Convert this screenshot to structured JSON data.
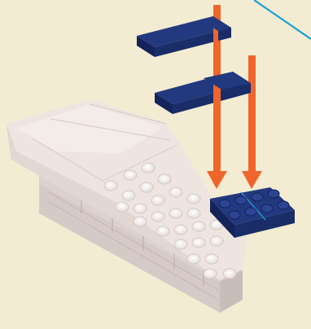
{
  "instruction_step": {
    "background_color": "#f3ecd2",
    "callout_line_color": "#1a9fd8",
    "parts": [
      {
        "name": "dark-blue-tile-1x4",
        "color": "#1b2f6e",
        "quantity": 2
      },
      {
        "name": "dark-blue-plate-2x4",
        "color": "#1b2f6e",
        "quantity": 1
      },
      {
        "name": "white-wedge-plate",
        "color": "#efe5e0",
        "quantity": 1
      }
    ],
    "arrow_color": "#f0652c",
    "arrow_count": 2
  }
}
